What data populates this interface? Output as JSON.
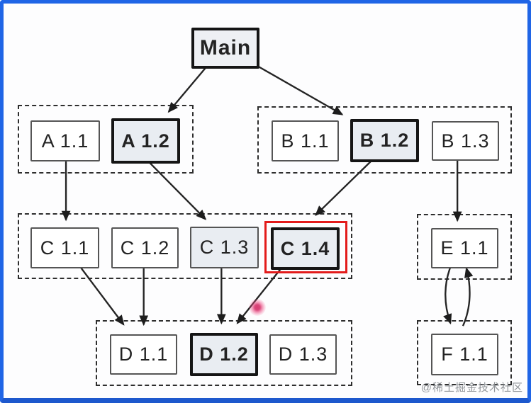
{
  "frame": {
    "border_color": "#2065e6",
    "background": "#fdfdfe"
  },
  "diagram": {
    "type": "dependency-graph",
    "nodes": {
      "main": {
        "label": "Main",
        "emphasized": true
      },
      "a11": {
        "label": "A 1.1",
        "emphasized": false
      },
      "a12": {
        "label": "A 1.2",
        "emphasized": true
      },
      "b11": {
        "label": "B 1.1",
        "emphasized": false
      },
      "b12": {
        "label": "B 1.2",
        "emphasized": true
      },
      "b13": {
        "label": "B 1.3",
        "emphasized": false
      },
      "c11": {
        "label": "C 1.1",
        "emphasized": false
      },
      "c12": {
        "label": "C 1.2",
        "emphasized": false
      },
      "c13": {
        "label": "C 1.3",
        "emphasized": false,
        "shaded": true
      },
      "c14": {
        "label": "C 1.4",
        "emphasized": true,
        "highlighted_red": true
      },
      "d11": {
        "label": "D 1.1",
        "emphasized": false
      },
      "d12": {
        "label": "D 1.2",
        "emphasized": true
      },
      "d13": {
        "label": "D 1.3",
        "emphasized": false
      },
      "e11": {
        "label": "E 1.1",
        "emphasized": false
      },
      "f11": {
        "label": "F 1.1",
        "emphasized": false
      }
    },
    "groups": [
      {
        "id": "group-a",
        "members": [
          "A 1.1",
          "A 1.2"
        ]
      },
      {
        "id": "group-b",
        "members": [
          "B 1.1",
          "B 1.2",
          "B 1.3"
        ]
      },
      {
        "id": "group-c",
        "members": [
          "C 1.1",
          "C 1.2",
          "C 1.3",
          "C 1.4"
        ]
      },
      {
        "id": "group-d",
        "members": [
          "D 1.1",
          "D 1.2",
          "D 1.3"
        ]
      },
      {
        "id": "group-e",
        "members": [
          "E 1.1"
        ]
      },
      {
        "id": "group-f",
        "members": [
          "F 1.1"
        ]
      }
    ],
    "edges": [
      {
        "from": "Main",
        "to": "A 1.2"
      },
      {
        "from": "Main",
        "to": "B 1.2"
      },
      {
        "from": "A 1.1",
        "to": "C 1.1"
      },
      {
        "from": "A 1.2",
        "to": "C 1.3"
      },
      {
        "from": "B 1.2",
        "to": "C 1.4"
      },
      {
        "from": "B 1.3",
        "to": "E 1.1"
      },
      {
        "from": "C 1.1",
        "to": "D 1.1"
      },
      {
        "from": "C 1.2",
        "to": "D 1.1"
      },
      {
        "from": "C 1.3",
        "to": "D 1.2"
      },
      {
        "from": "C 1.4",
        "to": "D 1.2"
      },
      {
        "from": "E 1.1",
        "to": "F 1.1",
        "curved": true
      },
      {
        "from": "F 1.1",
        "to": "E 1.1",
        "curved": true
      }
    ],
    "highlight": {
      "red_outline_node": "C 1.4",
      "red_outline_color": "#e31b1b",
      "emphasis_fill": "#e9edf2",
      "cursor_dot_color": "#d63384"
    }
  },
  "watermark": {
    "text": "@稀土掘金技术社区"
  }
}
